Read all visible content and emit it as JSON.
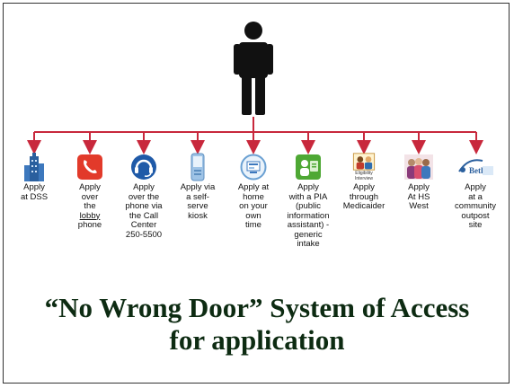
{
  "options": [
    {
      "id": "dss",
      "label": "Apply\nat DSS",
      "icon": "building-icon"
    },
    {
      "id": "lobby",
      "label_pre": "Apply\nover\nthe\n",
      "label_u": "lobby",
      "label_post": "\nphone",
      "icon": "phone-icon"
    },
    {
      "id": "callcenter",
      "label": "Apply\nover the\nphone via\nthe Call\nCenter\n250-5500",
      "icon": "headset-icon"
    },
    {
      "id": "kiosk",
      "label": "Apply via\na self-\nserve\nkiosk",
      "icon": "kiosk-icon"
    },
    {
      "id": "home",
      "label": "Apply at\nhome\non your\nown\ntime",
      "icon": "web-icon"
    },
    {
      "id": "pia",
      "label": "Apply\nwith a PIA\n(public\ninformation\nassistant) -\ngeneric\nintake",
      "icon": "assistant-icon"
    },
    {
      "id": "medicaider",
      "label": "Apply\nthrough\nMedicaider",
      "icon": "medicaider-icon",
      "icon_caption": "Eligibility Interview"
    },
    {
      "id": "hswest",
      "label": "Apply\nAt HS\nWest",
      "icon": "group-icon"
    },
    {
      "id": "community",
      "label": "Apply\nat a\ncommunity\noutpost\nsite",
      "icon": "community-logo-icon",
      "icon_caption": "Beth"
    }
  ],
  "title_line1": "“No Wrong Door” System of Access",
  "title_line2": "for application",
  "colors": {
    "connector": "#c8283c",
    "title": "#0d2b12",
    "person": "#111111"
  }
}
